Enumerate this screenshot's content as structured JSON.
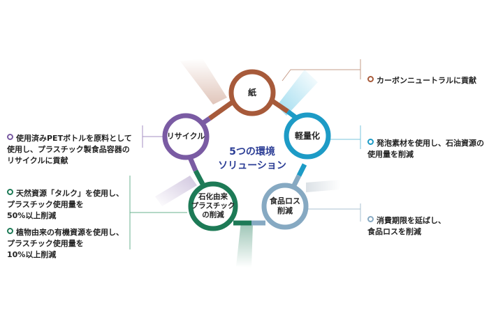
{
  "center": {
    "line1": "5つの環境",
    "line2": "ソリューション"
  },
  "nodes": [
    {
      "id": "paper",
      "label": "紙",
      "color": "#a75a3a"
    },
    {
      "id": "light",
      "label": "軽量化",
      "color": "#1d9bc6"
    },
    {
      "id": "foodloss",
      "label": "食品ロス\n削減",
      "color": "#86a9c2"
    },
    {
      "id": "plastic",
      "label": "石化由来\nプラスチック\nの削減",
      "color": "#1d7a56"
    },
    {
      "id": "recycle",
      "label": "リサイクル",
      "color": "#7a5ba3"
    }
  ],
  "notes": {
    "paper": [
      "カーボンニュートラルに貢献"
    ],
    "light": [
      "発泡素材を使用し、石油資源の\n使用量を削減"
    ],
    "foodloss": [
      "消費期限を延ばし、\n食品ロスを削減"
    ],
    "plastic": [
      "天然資源「タルク」を使用し、\nプラスチック使用量を\n50%以上削減",
      "植物由来の有機資源を使用し、\nプラスチック使用量を\n10%以上削減"
    ],
    "recycle": [
      "使用済みPETボトルを原料として\n使用し、プラスチック製食品容器の\nリサイクルに貢献"
    ]
  }
}
